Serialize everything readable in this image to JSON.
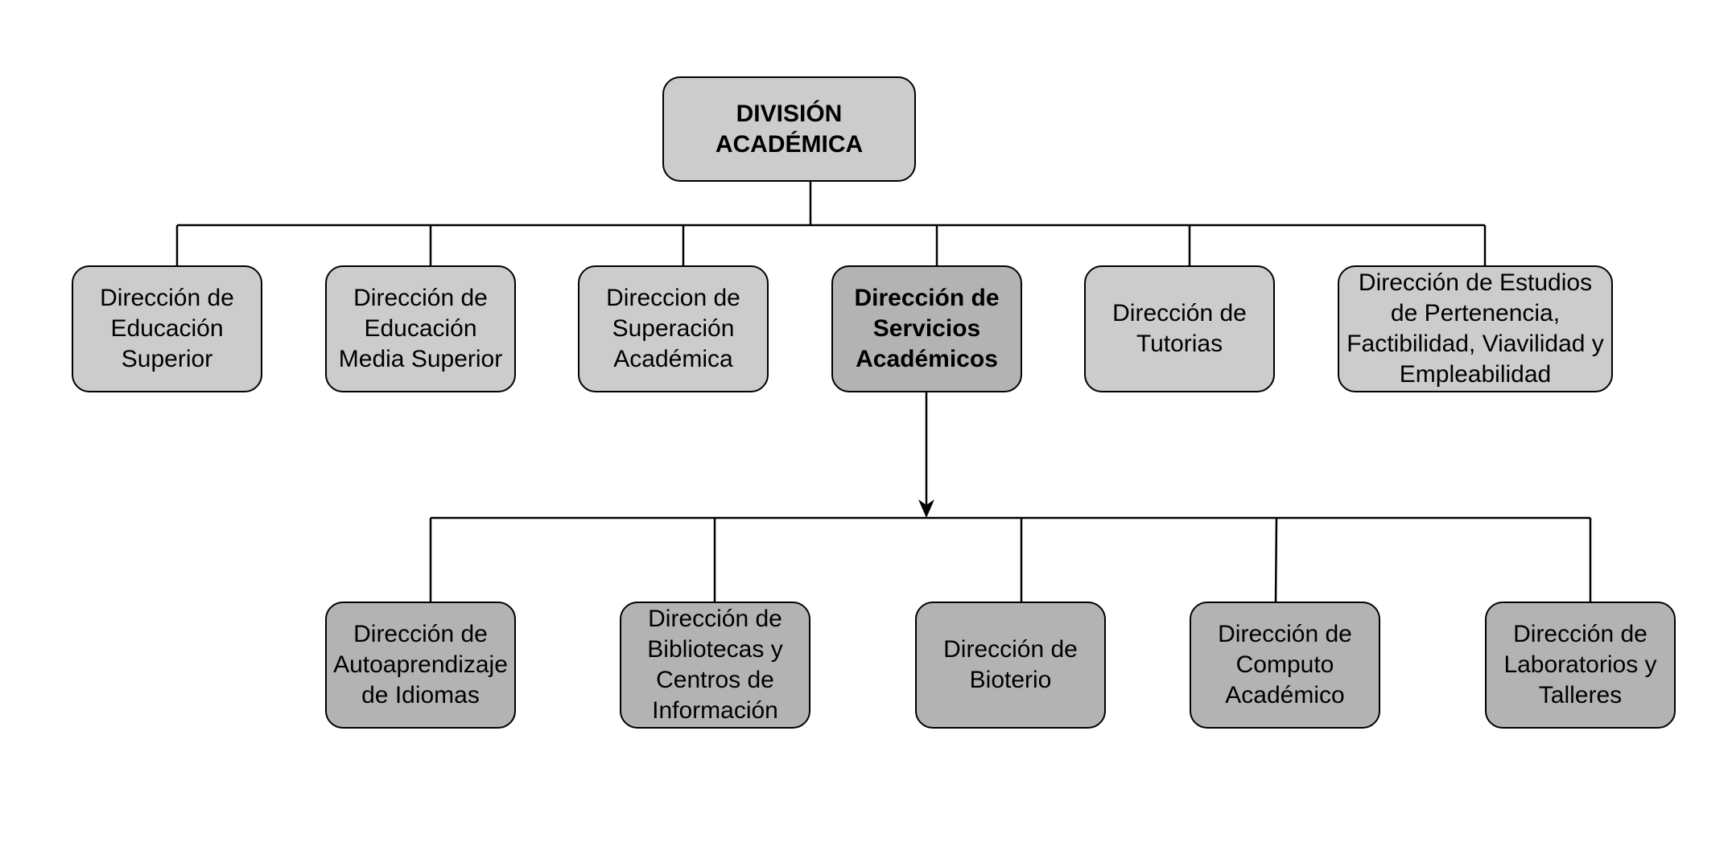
{
  "colors": {
    "light_fill": "#cccccc",
    "dark_fill": "#b3b3b3",
    "line": "#000000"
  },
  "root": {
    "label": "DIVISIÓN\nACADÉMICA"
  },
  "directions": [
    {
      "label": "Dirección de\nEducación\nSuperior"
    },
    {
      "label": "Dirección de\nEducación\nMedia Superior"
    },
    {
      "label": "Direccion de\nSuperación\nAcadémica"
    },
    {
      "label": "Dirección de\nServicios\nAcadémicos"
    },
    {
      "label": "Dirección de\nTutorias"
    },
    {
      "label": "Dirección de Estudios\nde Pertenencia,\nFactibilidad, Viavilidad y\nEmpleabilidad"
    }
  ],
  "services_units": [
    {
      "label": "Dirección de\nAutoaprendizaje\nde Idiomas"
    },
    {
      "label": "Dirección de\nBibliotecas y\nCentros de\nInformación"
    },
    {
      "label": "Dirección de\nBioterio"
    },
    {
      "label": "Dirección de\nComputo\nAcadémico"
    },
    {
      "label": "Dirección de\nLaboratorios y\nTalleres"
    }
  ]
}
